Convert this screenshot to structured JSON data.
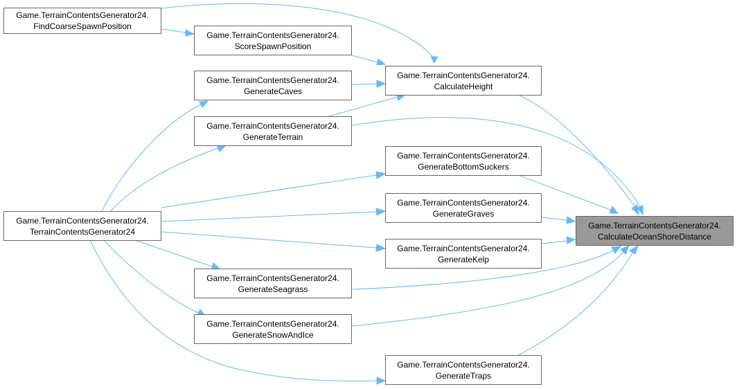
{
  "colors": {
    "edge": "#63b8ff",
    "node_border": "#666666",
    "focus_fill": "#999999",
    "node_fill": "#ffffff"
  },
  "nodes": {
    "find_coarse": {
      "line1": "Game.TerrainContentsGenerator24.",
      "line2": "FindCoarseSpawnPosition"
    },
    "score_spawn": {
      "line1": "Game.TerrainContentsGenerator24.",
      "line2": "ScoreSpawnPosition"
    },
    "calc_height": {
      "line1": "Game.TerrainContentsGenerator24.",
      "line2": "CalculateHeight"
    },
    "gen_caves": {
      "line1": "Game.TerrainContentsGenerator24.",
      "line2": "GenerateCaves"
    },
    "gen_terrain": {
      "line1": "Game.TerrainContentsGenerator24.",
      "line2": "GenerateTerrain"
    },
    "gen_bottom": {
      "line1": "Game.TerrainContentsGenerator24.",
      "line2": "GenerateBottomSuckers"
    },
    "constructor": {
      "line1": "Game.TerrainContentsGenerator24.",
      "line2": "TerrainContentsGenerator24"
    },
    "gen_graves": {
      "line1": "Game.TerrainContentsGenerator24.",
      "line2": "GenerateGraves"
    },
    "focus": {
      "line1": "Game.TerrainContentsGenerator24.",
      "line2": "CalculateOceanShoreDistance"
    },
    "gen_kelp": {
      "line1": "Game.TerrainContentsGenerator24.",
      "line2": "GenerateKelp"
    },
    "gen_seagrass": {
      "line1": "Game.TerrainContentsGenerator24.",
      "line2": "GenerateSeagrass"
    },
    "gen_snow": {
      "line1": "Game.TerrainContentsGenerator24.",
      "line2": "GenerateSnowAndIce"
    },
    "gen_traps": {
      "line1": "Game.TerrainContentsGenerator24.",
      "line2": "GenerateTraps"
    }
  }
}
